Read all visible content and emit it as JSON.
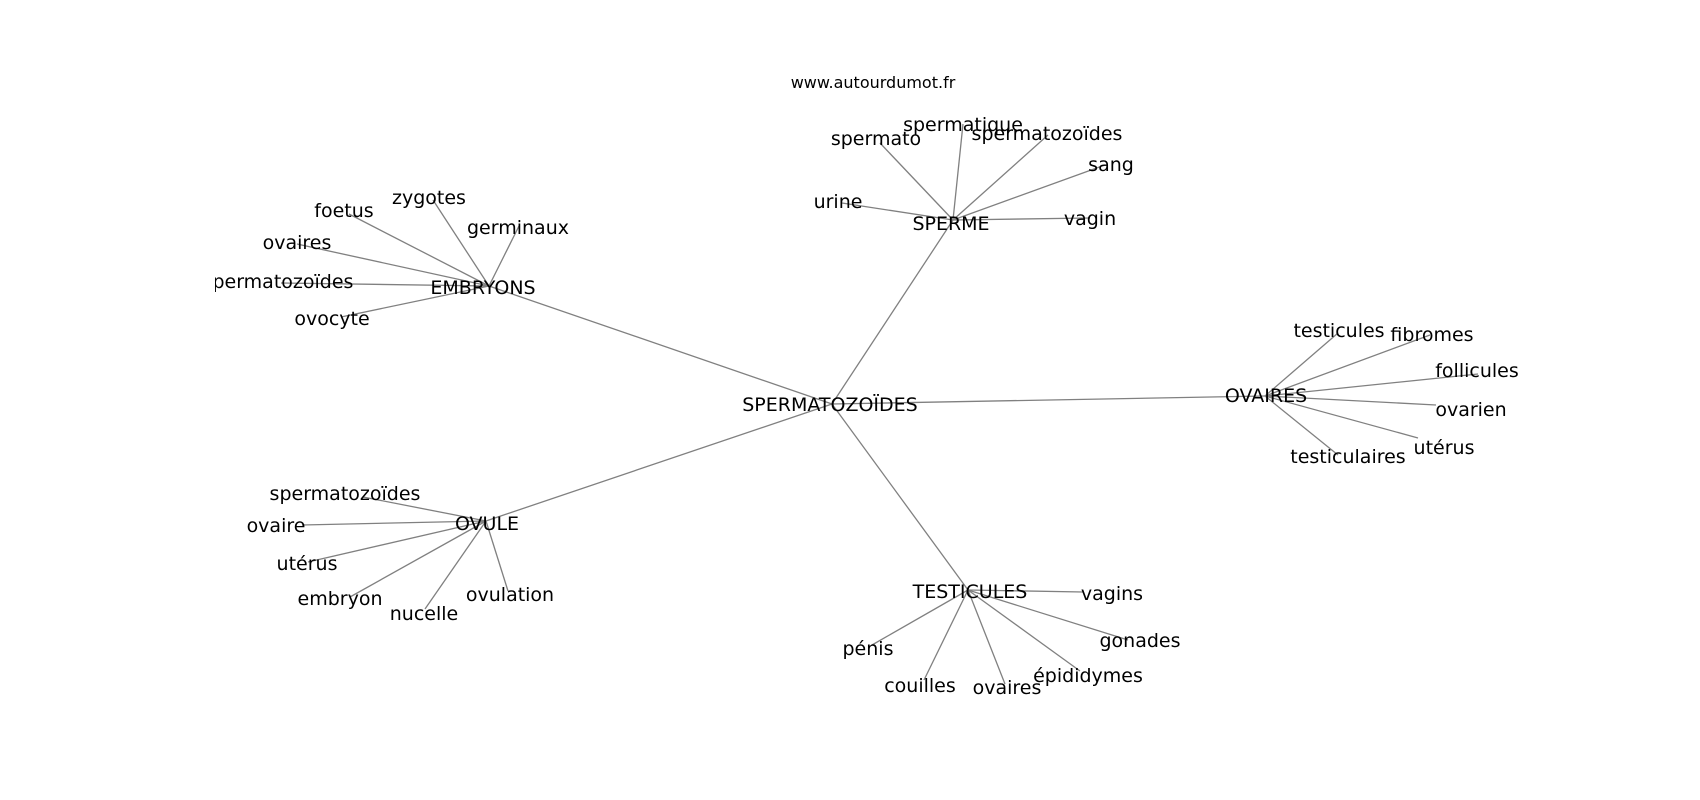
{
  "source": "www.autourdumot.fr",
  "colors": {
    "edge": "#808080",
    "text": "#000000",
    "background": "#ffffff"
  },
  "center": "SPERMATOZOÏDES",
  "clusters": [
    {
      "hub": "SPERME",
      "words": [
        "urine",
        "spermato",
        "spermatique",
        "spermatozoïdes",
        "sang",
        "vagin"
      ]
    },
    {
      "hub": "EMBRYONS",
      "words": [
        "foetus",
        "zygotes",
        "germinaux",
        "ovaires",
        "spermatozoïdes",
        "ovocyte"
      ]
    },
    {
      "hub": "OVAIRES",
      "words": [
        "testicules",
        "fibromes",
        "follicules",
        "ovarien",
        "utérus",
        "testiculaires"
      ]
    },
    {
      "hub": "OVULE",
      "words": [
        "spermatozoïdes",
        "ovaire",
        "utérus",
        "embryon",
        "nucelle",
        "ovulation"
      ]
    },
    {
      "hub": "TESTICULES",
      "words": [
        "vagins",
        "pénis",
        "gonades",
        "épididymes",
        "couilles",
        "ovaires"
      ]
    }
  ]
}
